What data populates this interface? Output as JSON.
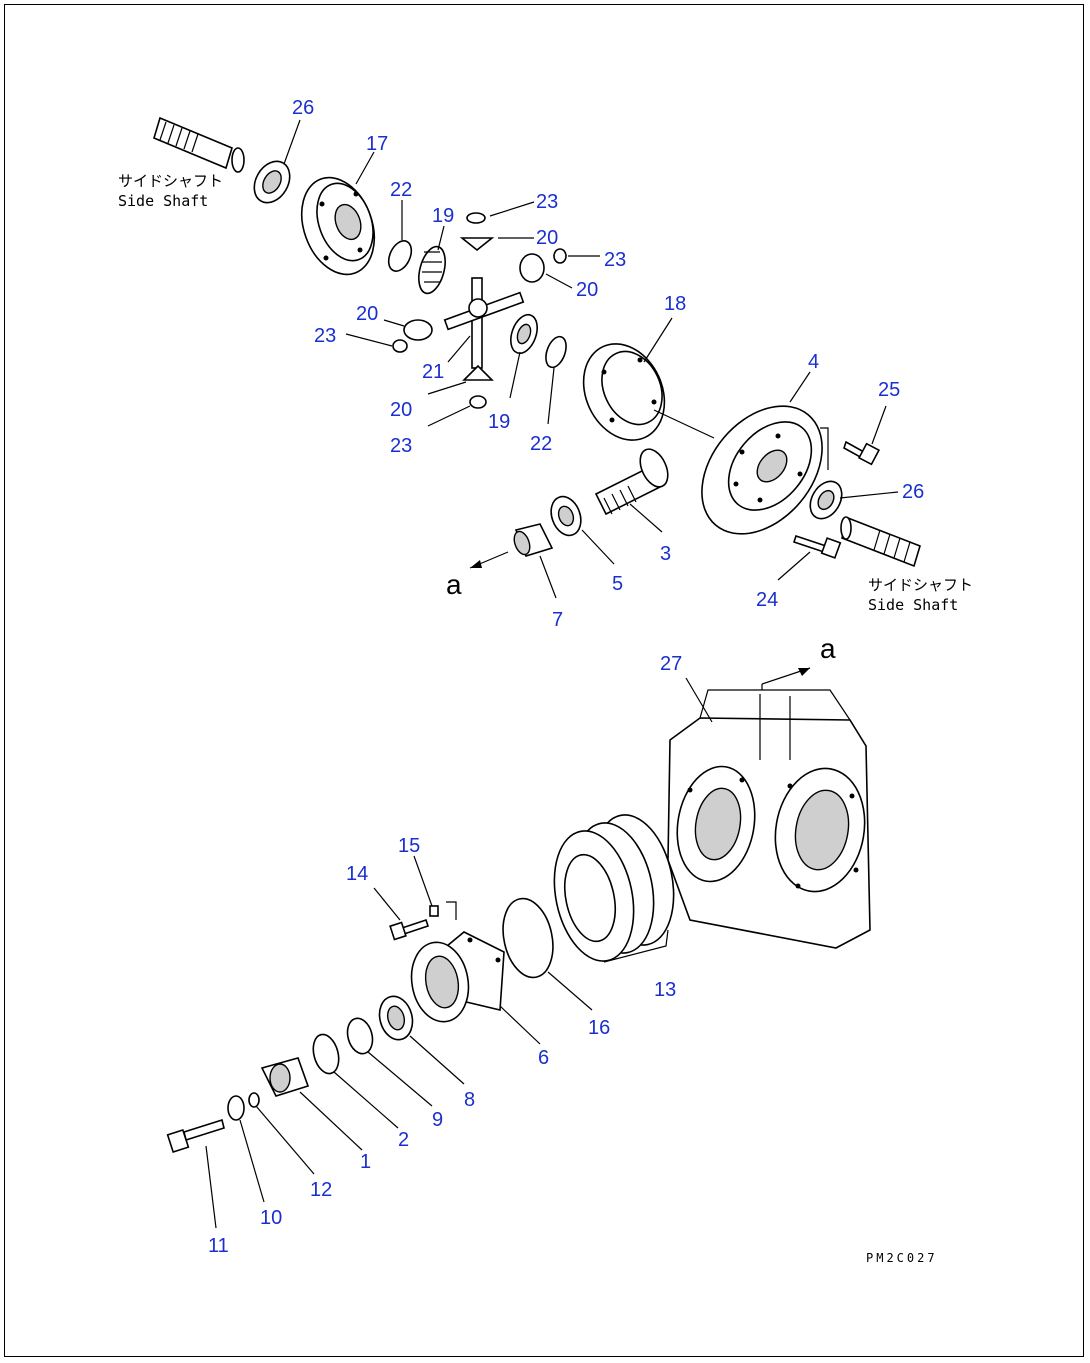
{
  "drawing": {
    "code": "PM2C027",
    "side_shaft_label_left_jp": "サイドシャフト",
    "side_shaft_label_left_en": "Side Shaft",
    "side_shaft_label_right_jp": "サイドシャフト",
    "side_shaft_label_right_en": "Side Shaft",
    "view_marker_a1": "a",
    "view_marker_a2": "a"
  },
  "callouts": {
    "c26a": "26",
    "c17": "17",
    "c22a": "22",
    "c19a": "19",
    "c23a": "23",
    "c20a": "20",
    "c23b": "23",
    "c20b": "20",
    "c20c": "20",
    "c23c": "23",
    "c21": "21",
    "c20d": "20",
    "c23d": "23",
    "c19b": "19",
    "c22b": "22",
    "c18": "18",
    "c4": "4",
    "c25": "25",
    "c26b": "26",
    "c3": "3",
    "c5": "5",
    "c7": "7",
    "c24": "24",
    "c27": "27",
    "c15": "15",
    "c14": "14",
    "c13": "13",
    "c16": "16",
    "c6": "6",
    "c8": "8",
    "c9": "9",
    "c2": "2",
    "c1": "1",
    "c12": "12",
    "c10": "10",
    "c11": "11"
  }
}
